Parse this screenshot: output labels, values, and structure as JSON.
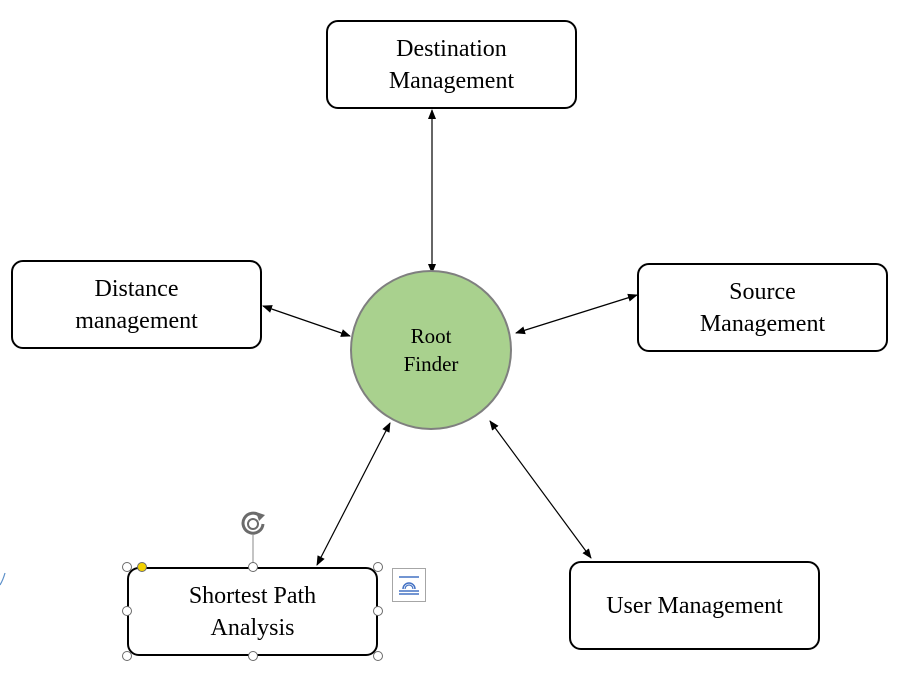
{
  "diagram": {
    "center": {
      "label": "Root\nFinder",
      "fill": "#a9d18e",
      "border": "#7f7f7f"
    },
    "nodes": [
      {
        "id": "destination",
        "label": "Destination\nManagement"
      },
      {
        "id": "distance",
        "label": "Distance\nmanagement"
      },
      {
        "id": "source",
        "label": "Source\nManagement"
      },
      {
        "id": "shortest-path",
        "label": "Shortest Path\nAnalysis",
        "selected": true
      },
      {
        "id": "user",
        "label": "User Management"
      }
    ],
    "connections": [
      {
        "from": "destination",
        "to": "center",
        "arrows": "both"
      },
      {
        "from": "distance",
        "to": "center",
        "arrows": "both"
      },
      {
        "from": "source",
        "to": "center",
        "arrows": "both"
      },
      {
        "from": "shortest-path",
        "to": "center",
        "arrows": "both"
      },
      {
        "from": "user",
        "to": "center",
        "arrows": "both"
      }
    ]
  },
  "selection": {
    "handle_color": "#ffffff",
    "adjust_handle_color": "#f2d100",
    "icons": {
      "rotate": "rotate-handle-icon",
      "layout": "layout-options-icon"
    }
  }
}
